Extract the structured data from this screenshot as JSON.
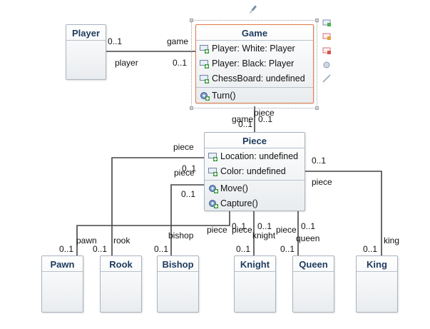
{
  "classes": {
    "player": {
      "name": "Player"
    },
    "game": {
      "name": "Game",
      "attributes": [
        "Player: White: Player",
        "Player: Black: Player",
        "ChessBoard: undefined"
      ],
      "operations": [
        "Turn()"
      ]
    },
    "piece": {
      "name": "Piece",
      "attributes": [
        "Location: undefined",
        "Color: undefined"
      ],
      "operations": [
        "Move()",
        "Capture()"
      ]
    },
    "pawn": {
      "name": "Pawn"
    },
    "rook": {
      "name": "Rook"
    },
    "bishop": {
      "name": "Bishop"
    },
    "knight": {
      "name": "Knight"
    },
    "queen": {
      "name": "Queen"
    },
    "king": {
      "name": "King"
    }
  },
  "labels": {
    "player_mult": "0..1",
    "player_role_game": "game",
    "player_role_player": "player",
    "game_mult_player": "0..1",
    "game_role_piece": "piece",
    "game_role_game": "game",
    "game_mult_a": "0..1",
    "game_mult_b": "0..1",
    "rook_role_piece": "piece",
    "rook_mult_piece": "0..1",
    "bishop_role_piece": "piece",
    "bishop_mult_piece": "0..1",
    "king_mult_piece": "0..1",
    "king_role_piece": "piece",
    "pawn_role": "pawn",
    "pawn_mult": "0..1",
    "rook_role": "rook",
    "rook_mult": "0..1",
    "bishop_role": "bishop",
    "bishop_mult": "0..1",
    "pawn_piece_role": "piece",
    "pawn_piece_mult": "0..1",
    "knight_piece_role": "piece",
    "knight_piece_mult": "0..1",
    "knight_role": "knight",
    "knight_mult": "0..1",
    "queen_piece_role": "piece",
    "queen_piece_mult": "0..1",
    "queen_role": "queen",
    "queen_mult": "0..1",
    "king_role": "king",
    "king_mult": "0..1"
  },
  "colors": {
    "line": "#444444",
    "selected_border": "#e07b45",
    "title_text": "#1d3a5c"
  },
  "icons": {
    "attribute": "attribute-icon",
    "operation": "operation-gear-icon"
  }
}
